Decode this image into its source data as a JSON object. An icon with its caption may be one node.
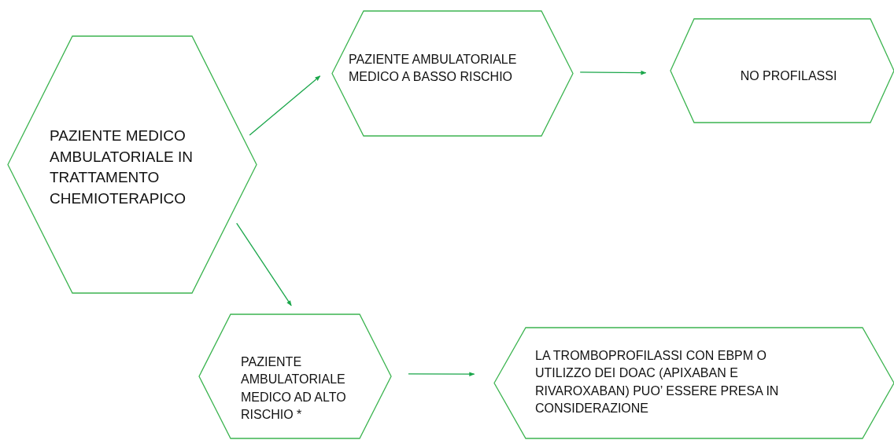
{
  "diagram": {
    "nodes": [
      {
        "text": [
          "PAZIENTE MEDICO AMBULATORIALE IN TRATTAMENTO CHEMIOTERAPICO"
        ]
      },
      {
        "text": [
          "PAZIENTE AMBULATORIALE MEDICO A BASSO RISCHIO"
        ]
      },
      {
        "text": [
          "NO PROFILASSI"
        ]
      },
      {
        "text": [
          "PAZIENTE AMBULATORIALE MEDICO AD ALTO RISCHIO *"
        ]
      },
      {
        "text": [
          "LA TROMBOPROFILASSI CON EBPM O UTILIZZO DEI DOAC (APIXABAN E RIVAROXABAN) PUO’ ESSERE PRESA IN CONSIDERAZIONE"
        ]
      }
    ],
    "edges": [
      {
        "from": 0,
        "to": 1,
        "arrow": "to"
      },
      {
        "from": 1,
        "to": 2,
        "arrow": "to"
      },
      {
        "from": 0,
        "to": 3,
        "arrow": "to"
      },
      {
        "from": 3,
        "to": 4,
        "arrow": "to"
      }
    ]
  }
}
